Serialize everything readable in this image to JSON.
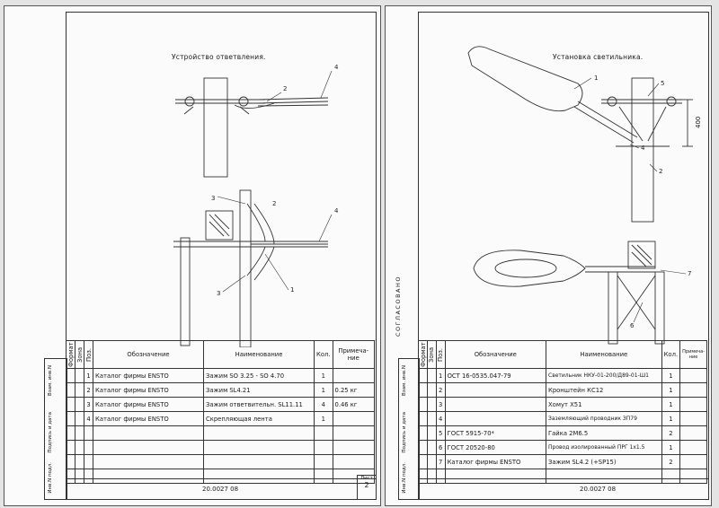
{
  "left_sheet": {
    "drawing_title": "Устройство ответвления.",
    "callouts": [
      "1",
      "2",
      "3",
      "4"
    ],
    "table": {
      "headers": {
        "format": "Формат",
        "zone": "Зона",
        "pos": "Поз.",
        "designation": "Обозначение",
        "name": "Наименование",
        "qty": "Кол.",
        "note": "Примеча-ние"
      },
      "rows": [
        {
          "pos": "1",
          "designation": "Каталог фирмы ENSTO",
          "name": "Зажим SO 3.25 - SO 4.70",
          "qty": "1",
          "note": ""
        },
        {
          "pos": "2",
          "designation": "Каталог фирмы ENSTO",
          "name": "Зажим SL4.21",
          "qty": "1",
          "note": "0.25 кг"
        },
        {
          "pos": "3",
          "designation": "Каталог фирмы ENSTO",
          "name": "Зажим ответвительн. SL11.11",
          "qty": "4",
          "note": "0.46 кг"
        },
        {
          "pos": "4",
          "designation": "Каталог фирмы ENSTO",
          "name": "Скрепляющая лента",
          "qty": "1",
          "note": ""
        }
      ]
    },
    "side_labels": [
      "Взам. инв.N",
      "Подпись и дата",
      "Инв.N подл."
    ],
    "doc_number": "20.0027 08",
    "sheet_label": "Лист",
    "sheet_number": "2"
  },
  "right_sheet": {
    "drawing_title": "Установка светильника.",
    "callouts": [
      "1",
      "2",
      "4",
      "5",
      "6",
      "7"
    ],
    "dimension": "400",
    "approved_stamp": "СОГЛАСОВАНО",
    "table": {
      "headers": {
        "format": "Формат",
        "zone": "Зона",
        "pos": "Поз.",
        "designation": "Обозначение",
        "name": "Наименование",
        "qty": "Кол.",
        "note": "Примеча-ние"
      },
      "rows": [
        {
          "pos": "1",
          "designation": "ОСТ 16-0535.047-79",
          "name": "Светильник НКУ-01-200/Д89-01-Ш1",
          "qty": "1"
        },
        {
          "pos": "2",
          "designation": "",
          "name": "Кронштейн КС12",
          "qty": "1"
        },
        {
          "pos": "3",
          "designation": "",
          "name": "Хомут Х51",
          "qty": "1"
        },
        {
          "pos": "4",
          "designation": "",
          "name": "Заземляющий проводник ЗП79",
          "qty": "1"
        },
        {
          "pos": "5",
          "designation": "ГОСТ 5915-70*",
          "name": "Гайка 2М6.5",
          "qty": "2"
        },
        {
          "pos": "6",
          "designation": "ГОСТ 20520-80",
          "name": "Провод изолированный ПРГ 1х1.5",
          "qty": "1"
        },
        {
          "pos": "7",
          "designation": "Каталог фирмы ENSTO",
          "name": "Зажим SL4.2 (+SP15)",
          "qty": "2"
        }
      ]
    },
    "side_labels": [
      "Взам. инв.N",
      "Подпись и дата",
      "Инв.N подл."
    ],
    "doc_number": "20.0027 08"
  }
}
